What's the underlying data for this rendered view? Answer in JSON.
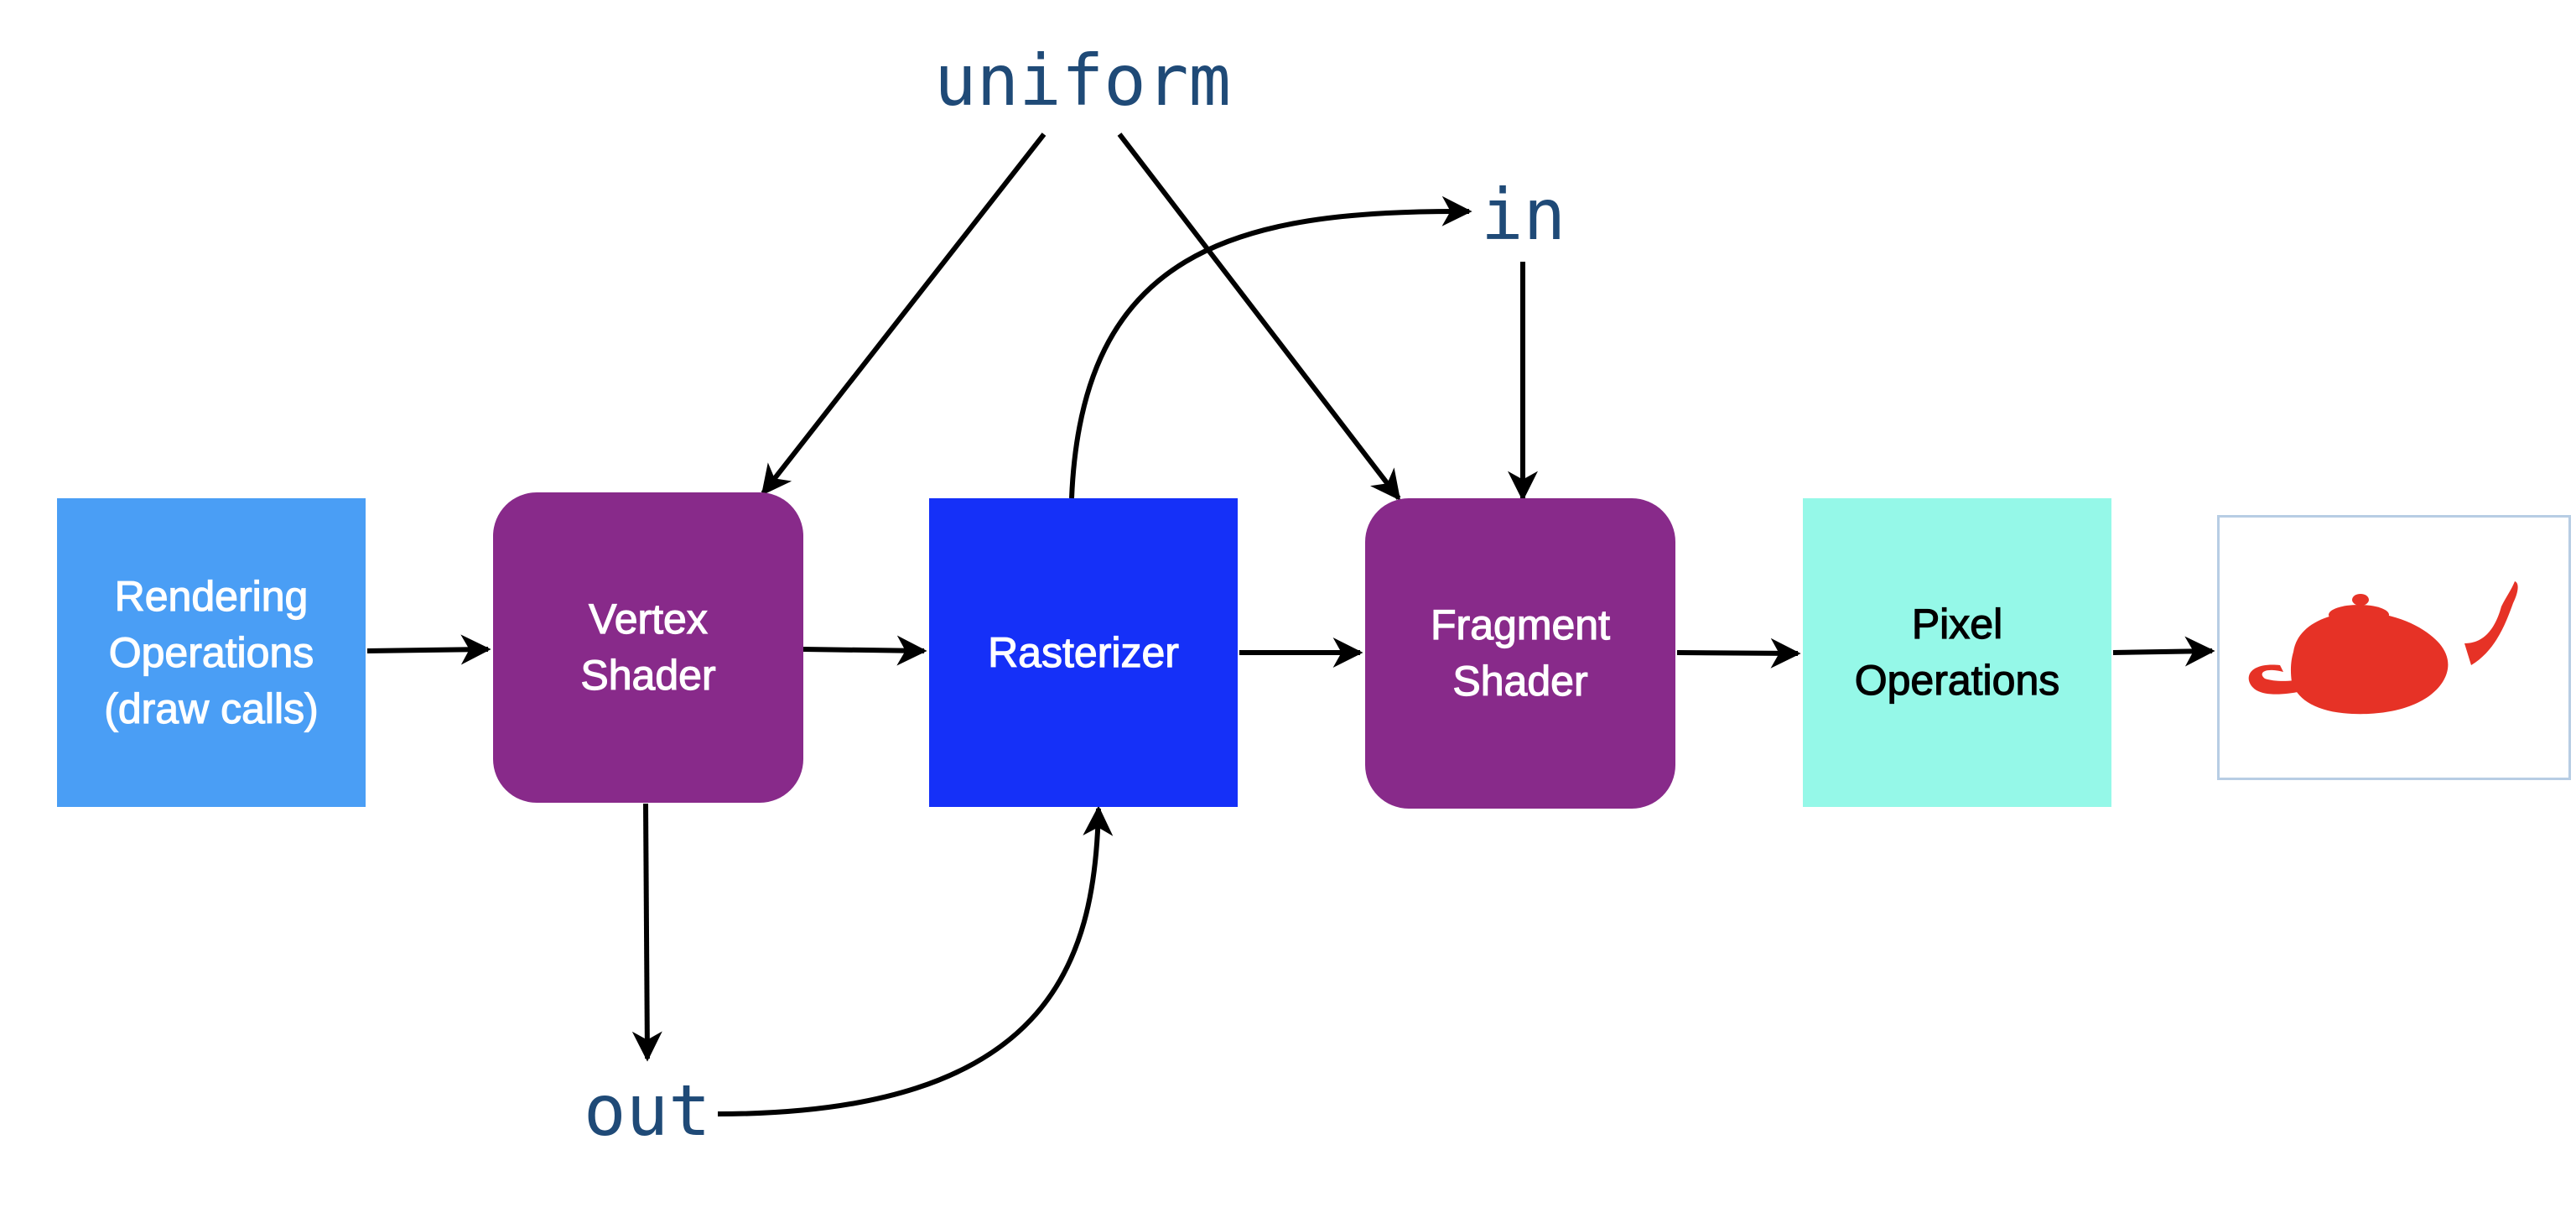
{
  "colors": {
    "rendering_box": "#4a9ef5",
    "vertex_box": "#882a8a",
    "rasterizer_box": "#1530f8",
    "fragment_box": "#882a8a",
    "pixel_box": "#95f8e8",
    "light_text": "#ffffff",
    "dark_text": "#000000",
    "keyword_text": "#1f4a77",
    "arrow": "#000000",
    "teapot": "#e63226"
  },
  "stages": {
    "rendering": "Rendering\nOperations\n(draw calls)",
    "vertex": "Vertex\nShader",
    "rasterizer": "Rasterizer",
    "fragment": "Fragment\nShader",
    "pixel": "Pixel\nOperations"
  },
  "keywords": {
    "uniform": "uniform",
    "in": "in",
    "out": "out"
  },
  "output_icon": "teapot-icon"
}
